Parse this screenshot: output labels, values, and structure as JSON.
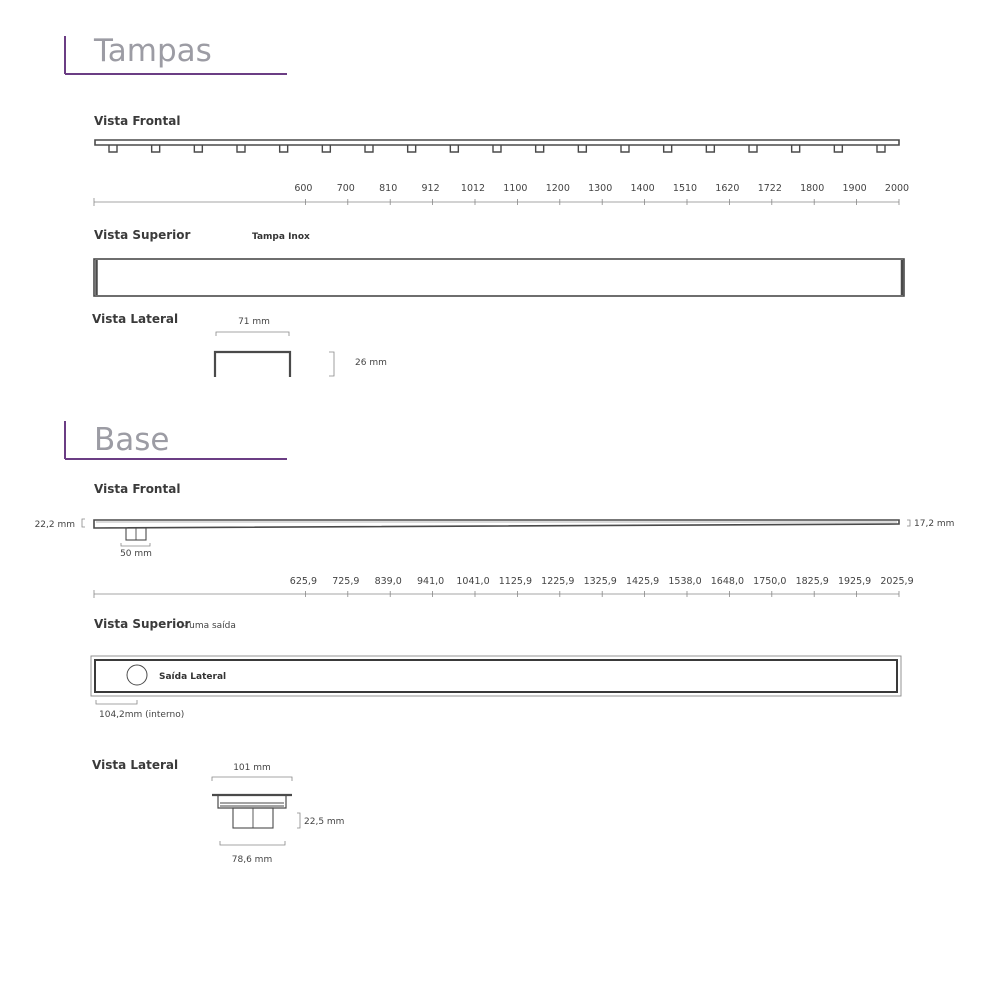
{
  "colors": {
    "accent": "#6b3d84",
    "heading": "#9c9ca4",
    "drawing": "#4a4a4a"
  },
  "tampas": {
    "title": "Tampas",
    "frontal": {
      "heading": "Vista Frontal",
      "ticks": [
        "600",
        "700",
        "810",
        "912",
        "1012",
        "1100",
        "1200",
        "1300",
        "1400",
        "1510",
        "1620",
        "1722",
        "1800",
        "1900",
        "2000"
      ],
      "notch_count": 19
    },
    "superior": {
      "heading": "Vista Superior",
      "label": "Tampa  Inox"
    },
    "lateral": {
      "heading": "Vista Lateral",
      "width": "71 mm",
      "height": "26 mm"
    }
  },
  "base": {
    "title": "Base",
    "frontal": {
      "heading": "Vista Frontal",
      "left_height": "22,2 mm",
      "right_height": "17,2 mm",
      "outlet_width": "50 mm",
      "ticks": [
        "625,9",
        "725,9",
        "839,0",
        "941,0",
        "1041,0",
        "1125,9",
        "1225,9",
        "1325,9",
        "1425,9",
        "1538,0",
        "1648,0",
        "1750,0",
        "1825,9",
        "1925,9",
        "2025,9"
      ]
    },
    "superior": {
      "heading": "Vista Superior",
      "subheading": "- uma saída",
      "outlet_label": "Saída Lateral",
      "outlet_dim": "104,2mm (interno)"
    },
    "lateral": {
      "heading": "Vista Lateral",
      "top_width": "101 mm",
      "height": "22,5 mm",
      "bottom_width": "78,6 mm"
    }
  }
}
